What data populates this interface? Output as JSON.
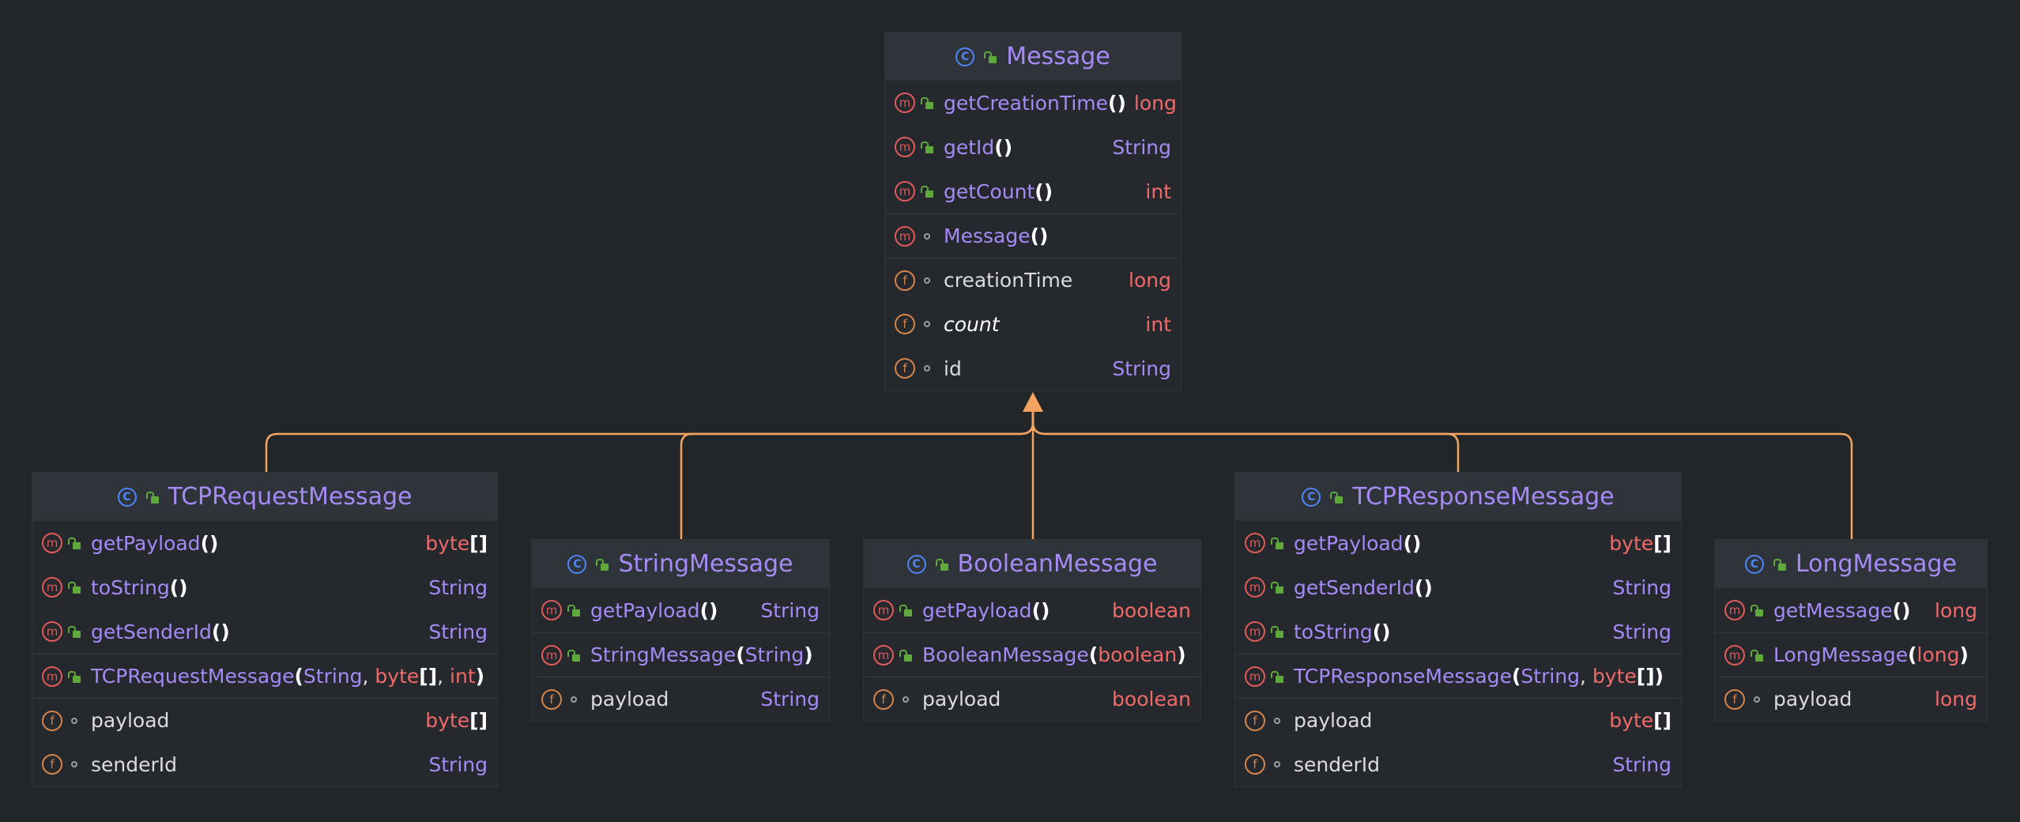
{
  "colors": {
    "background": "#232629",
    "header": "#2f333a",
    "title": "#a68af6",
    "method_icon": "#e05a5a",
    "field_icon": "#d4854a",
    "class_icon": "#4f86f7",
    "primitive_type": "#ef6a6a",
    "reference_type": "#a68af6",
    "edge": "#f4a460"
  },
  "icons": {
    "class": "C",
    "method": "m",
    "field": "f"
  },
  "classes": {
    "message": {
      "name": "Message",
      "members": [
        {
          "kind": "m",
          "vis": "public",
          "name": "getCreationTime",
          "params": [],
          "type": "long",
          "type_kind": "prim"
        },
        {
          "kind": "m",
          "vis": "public",
          "name": "getId",
          "params": [],
          "type": "String",
          "type_kind": "ref"
        },
        {
          "kind": "m",
          "vis": "public",
          "name": "getCount",
          "params": [],
          "type": "int",
          "type_kind": "prim"
        },
        {
          "kind": "m",
          "vis": "package",
          "name": "Message",
          "params": [],
          "type": "",
          "type_kind": "ref",
          "sep": true
        },
        {
          "kind": "f",
          "vis": "package",
          "name": "creationTime",
          "type": "long",
          "type_kind": "prim",
          "sep": true
        },
        {
          "kind": "f",
          "vis": "package",
          "name": "count",
          "type": "int",
          "type_kind": "prim",
          "italic": true
        },
        {
          "kind": "f",
          "vis": "package",
          "name": "id",
          "type": "String",
          "type_kind": "ref"
        }
      ]
    },
    "tcp_request": {
      "name": "TCPRequestMessage",
      "members": [
        {
          "kind": "m",
          "vis": "public",
          "name": "getPayload",
          "params": [],
          "type": "byte[]",
          "type_kind": "prim"
        },
        {
          "kind": "m",
          "vis": "public",
          "name": "toString",
          "params": [],
          "type": "String",
          "type_kind": "ref"
        },
        {
          "kind": "m",
          "vis": "public",
          "name": "getSenderId",
          "params": [],
          "type": "String",
          "type_kind": "ref"
        },
        {
          "kind": "m",
          "vis": "public",
          "name": "TCPRequestMessage",
          "params": [
            [
              "String",
              "ref"
            ],
            [
              "byte[]",
              "prim"
            ],
            [
              "int",
              "prim"
            ]
          ],
          "type": "",
          "type_kind": "ref",
          "sep": true
        },
        {
          "kind": "f",
          "vis": "package",
          "name": "payload",
          "type": "byte[]",
          "type_kind": "prim",
          "sep": true
        },
        {
          "kind": "f",
          "vis": "package",
          "name": "senderId",
          "type": "String",
          "type_kind": "ref"
        }
      ]
    },
    "string_message": {
      "name": "StringMessage",
      "members": [
        {
          "kind": "m",
          "vis": "public",
          "name": "getPayload",
          "params": [],
          "type": "String",
          "type_kind": "ref"
        },
        {
          "kind": "m",
          "vis": "public",
          "name": "StringMessage",
          "params": [
            [
              "String",
              "ref"
            ]
          ],
          "type": "",
          "type_kind": "ref",
          "sep": true
        },
        {
          "kind": "f",
          "vis": "package",
          "name": "payload",
          "type": "String",
          "type_kind": "ref",
          "sep": true
        }
      ]
    },
    "boolean_message": {
      "name": "BooleanMessage",
      "members": [
        {
          "kind": "m",
          "vis": "public",
          "name": "getPayload",
          "params": [],
          "type": "boolean",
          "type_kind": "prim"
        },
        {
          "kind": "m",
          "vis": "public",
          "name": "BooleanMessage",
          "params": [
            [
              "boolean",
              "prim"
            ]
          ],
          "type": "",
          "type_kind": "ref",
          "sep": true
        },
        {
          "kind": "f",
          "vis": "package",
          "name": "payload",
          "type": "boolean",
          "type_kind": "prim",
          "sep": true
        }
      ]
    },
    "tcp_response": {
      "name": "TCPResponseMessage",
      "members": [
        {
          "kind": "m",
          "vis": "public",
          "name": "getPayload",
          "params": [],
          "type": "byte[]",
          "type_kind": "prim"
        },
        {
          "kind": "m",
          "vis": "public",
          "name": "getSenderId",
          "params": [],
          "type": "String",
          "type_kind": "ref"
        },
        {
          "kind": "m",
          "vis": "public",
          "name": "toString",
          "params": [],
          "type": "String",
          "type_kind": "ref"
        },
        {
          "kind": "m",
          "vis": "public",
          "name": "TCPResponseMessage",
          "params": [
            [
              "String",
              "ref"
            ],
            [
              "byte[]",
              "prim"
            ]
          ],
          "type": "",
          "type_kind": "ref",
          "sep": true
        },
        {
          "kind": "f",
          "vis": "package",
          "name": "payload",
          "type": "byte[]",
          "type_kind": "prim",
          "sep": true
        },
        {
          "kind": "f",
          "vis": "package",
          "name": "senderId",
          "type": "String",
          "type_kind": "ref"
        }
      ]
    },
    "long_message": {
      "name": "LongMessage",
      "members": [
        {
          "kind": "m",
          "vis": "public",
          "name": "getMessage",
          "params": [],
          "type": "long",
          "type_kind": "prim"
        },
        {
          "kind": "m",
          "vis": "public",
          "name": "LongMessage",
          "params": [
            [
              "long",
              "prim"
            ]
          ],
          "type": "",
          "type_kind": "ref",
          "sep": true
        },
        {
          "kind": "f",
          "vis": "package",
          "name": "payload",
          "type": "long",
          "type_kind": "prim",
          "sep": true
        }
      ]
    }
  }
}
